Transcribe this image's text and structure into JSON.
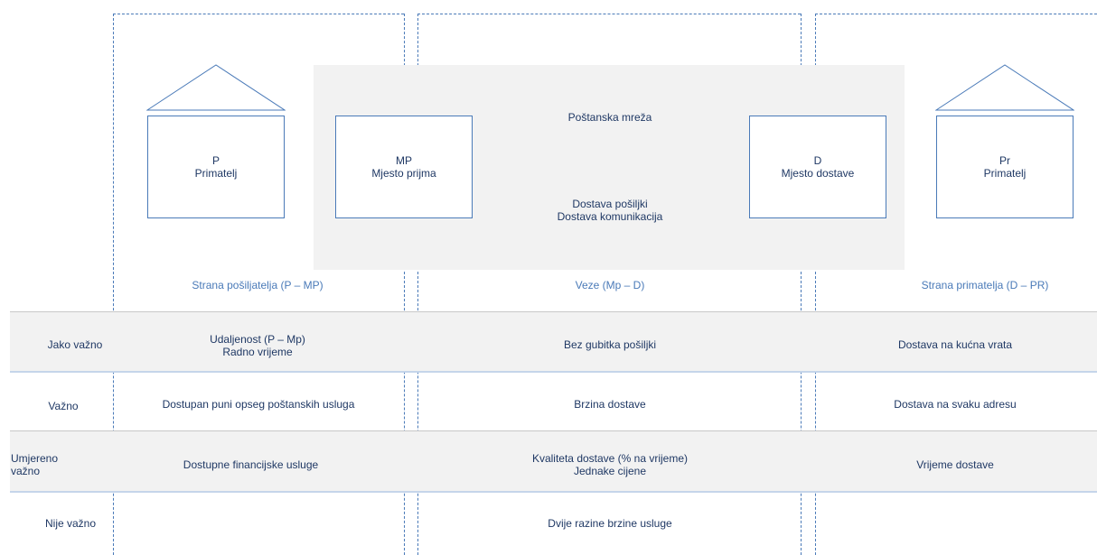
{
  "diagram": {
    "network": {
      "title": "Poštanska mreža",
      "lines": [
        "Dostava pošiljki",
        "Dostava komunikacija"
      ]
    },
    "nodes": [
      {
        "code": "P",
        "name": "Primatelj"
      },
      {
        "code": "MP",
        "name": "Mjesto prijma"
      },
      {
        "code": "D",
        "name": "Mjesto dostave"
      },
      {
        "code": "Pr",
        "name": "Primatelj"
      }
    ],
    "columns": [
      "Strana pošiljatelja (P – MP)",
      "Veze (Mp – D)",
      "Strana primatelja (D – PR)"
    ],
    "rows": [
      {
        "label": "Jako važno",
        "cells": [
          [
            "Udaljenost (P – Mp)",
            "Radno vrijeme"
          ],
          [
            "Bez gubitka pošiljki"
          ],
          [
            "Dostava na kućna vrata"
          ]
        ]
      },
      {
        "label": "Važno",
        "cells": [
          [
            "Dostupan puni opseg poštanskih usluga"
          ],
          [
            "Brzina dostave"
          ],
          [
            "Dostava na svaku adresu"
          ]
        ]
      },
      {
        "label": "Umjereno važno",
        "label_lines": [
          "Umjereno",
          "važno"
        ],
        "cells": [
          [
            "Dostupne financijske usluge"
          ],
          [
            "Kvaliteta dostave (% na vrijeme)",
            "Jednake cijene"
          ],
          [
            "Vrijeme dostave"
          ]
        ]
      },
      {
        "label": "Nije važno",
        "cells": [
          [],
          [
            "Dvije razine brzine usluge"
          ],
          []
        ]
      }
    ]
  },
  "colors": {
    "line": "#4a7ab8",
    "text": "#1f3864",
    "band": "#f2f2f2",
    "network_bg": "#f2f2f2"
  }
}
